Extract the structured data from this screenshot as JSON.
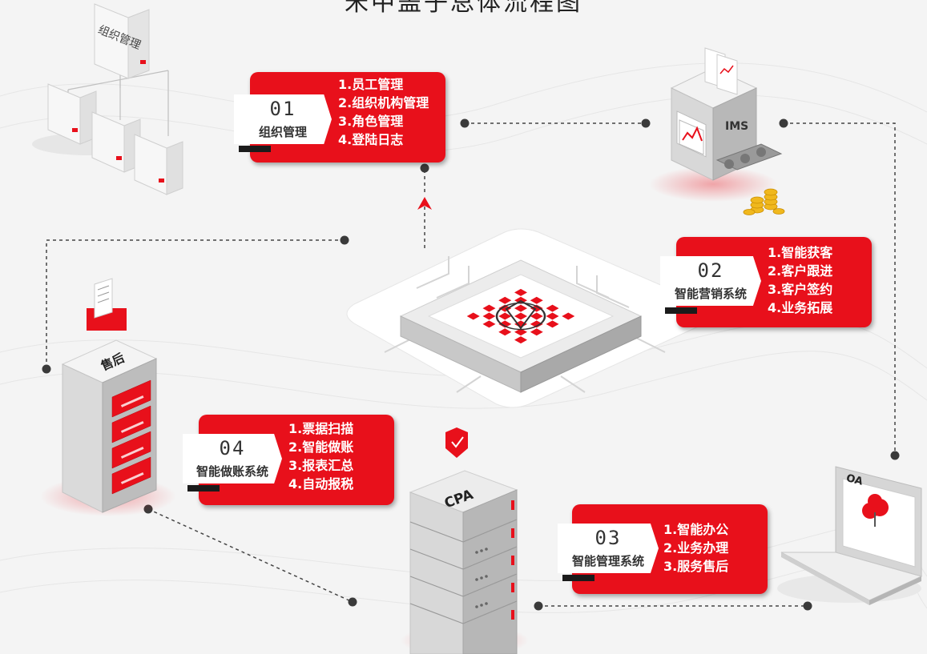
{
  "page": {
    "title": "米中盖子总体流程图"
  },
  "modules": [
    {
      "key": "org",
      "number": "01",
      "name": "组织管理",
      "items": [
        "1.员工管理",
        "2.组织机构管理",
        "3.角色管理",
        "4.登陆日志"
      ]
    },
    {
      "key": "mkt",
      "number": "02",
      "name": "智能营销系统",
      "items": [
        "1.智能获客",
        "2.客户跟进",
        "3.客户签约",
        "4.业务拓展"
      ]
    },
    {
      "key": "mgmt",
      "number": "03",
      "name": "智能管理系统",
      "items": [
        "1.智能办公",
        "2.业务办理",
        "3.服务售后"
      ]
    },
    {
      "key": "acct",
      "number": "04",
      "name": "智能做账系统",
      "items": [
        "1.票据扫描",
        "2.智能做账",
        "3.报表汇总",
        "4.自动报税"
      ]
    }
  ],
  "illustrations": {
    "org_folder_label": "组织管理",
    "ims_label": "IMS",
    "rack_label": "售后",
    "cpa_label": "CPA",
    "laptop_label": "OA"
  },
  "colors": {
    "accent": "#e8101b",
    "dark": "#1b1b1b",
    "connector": "#444444"
  }
}
